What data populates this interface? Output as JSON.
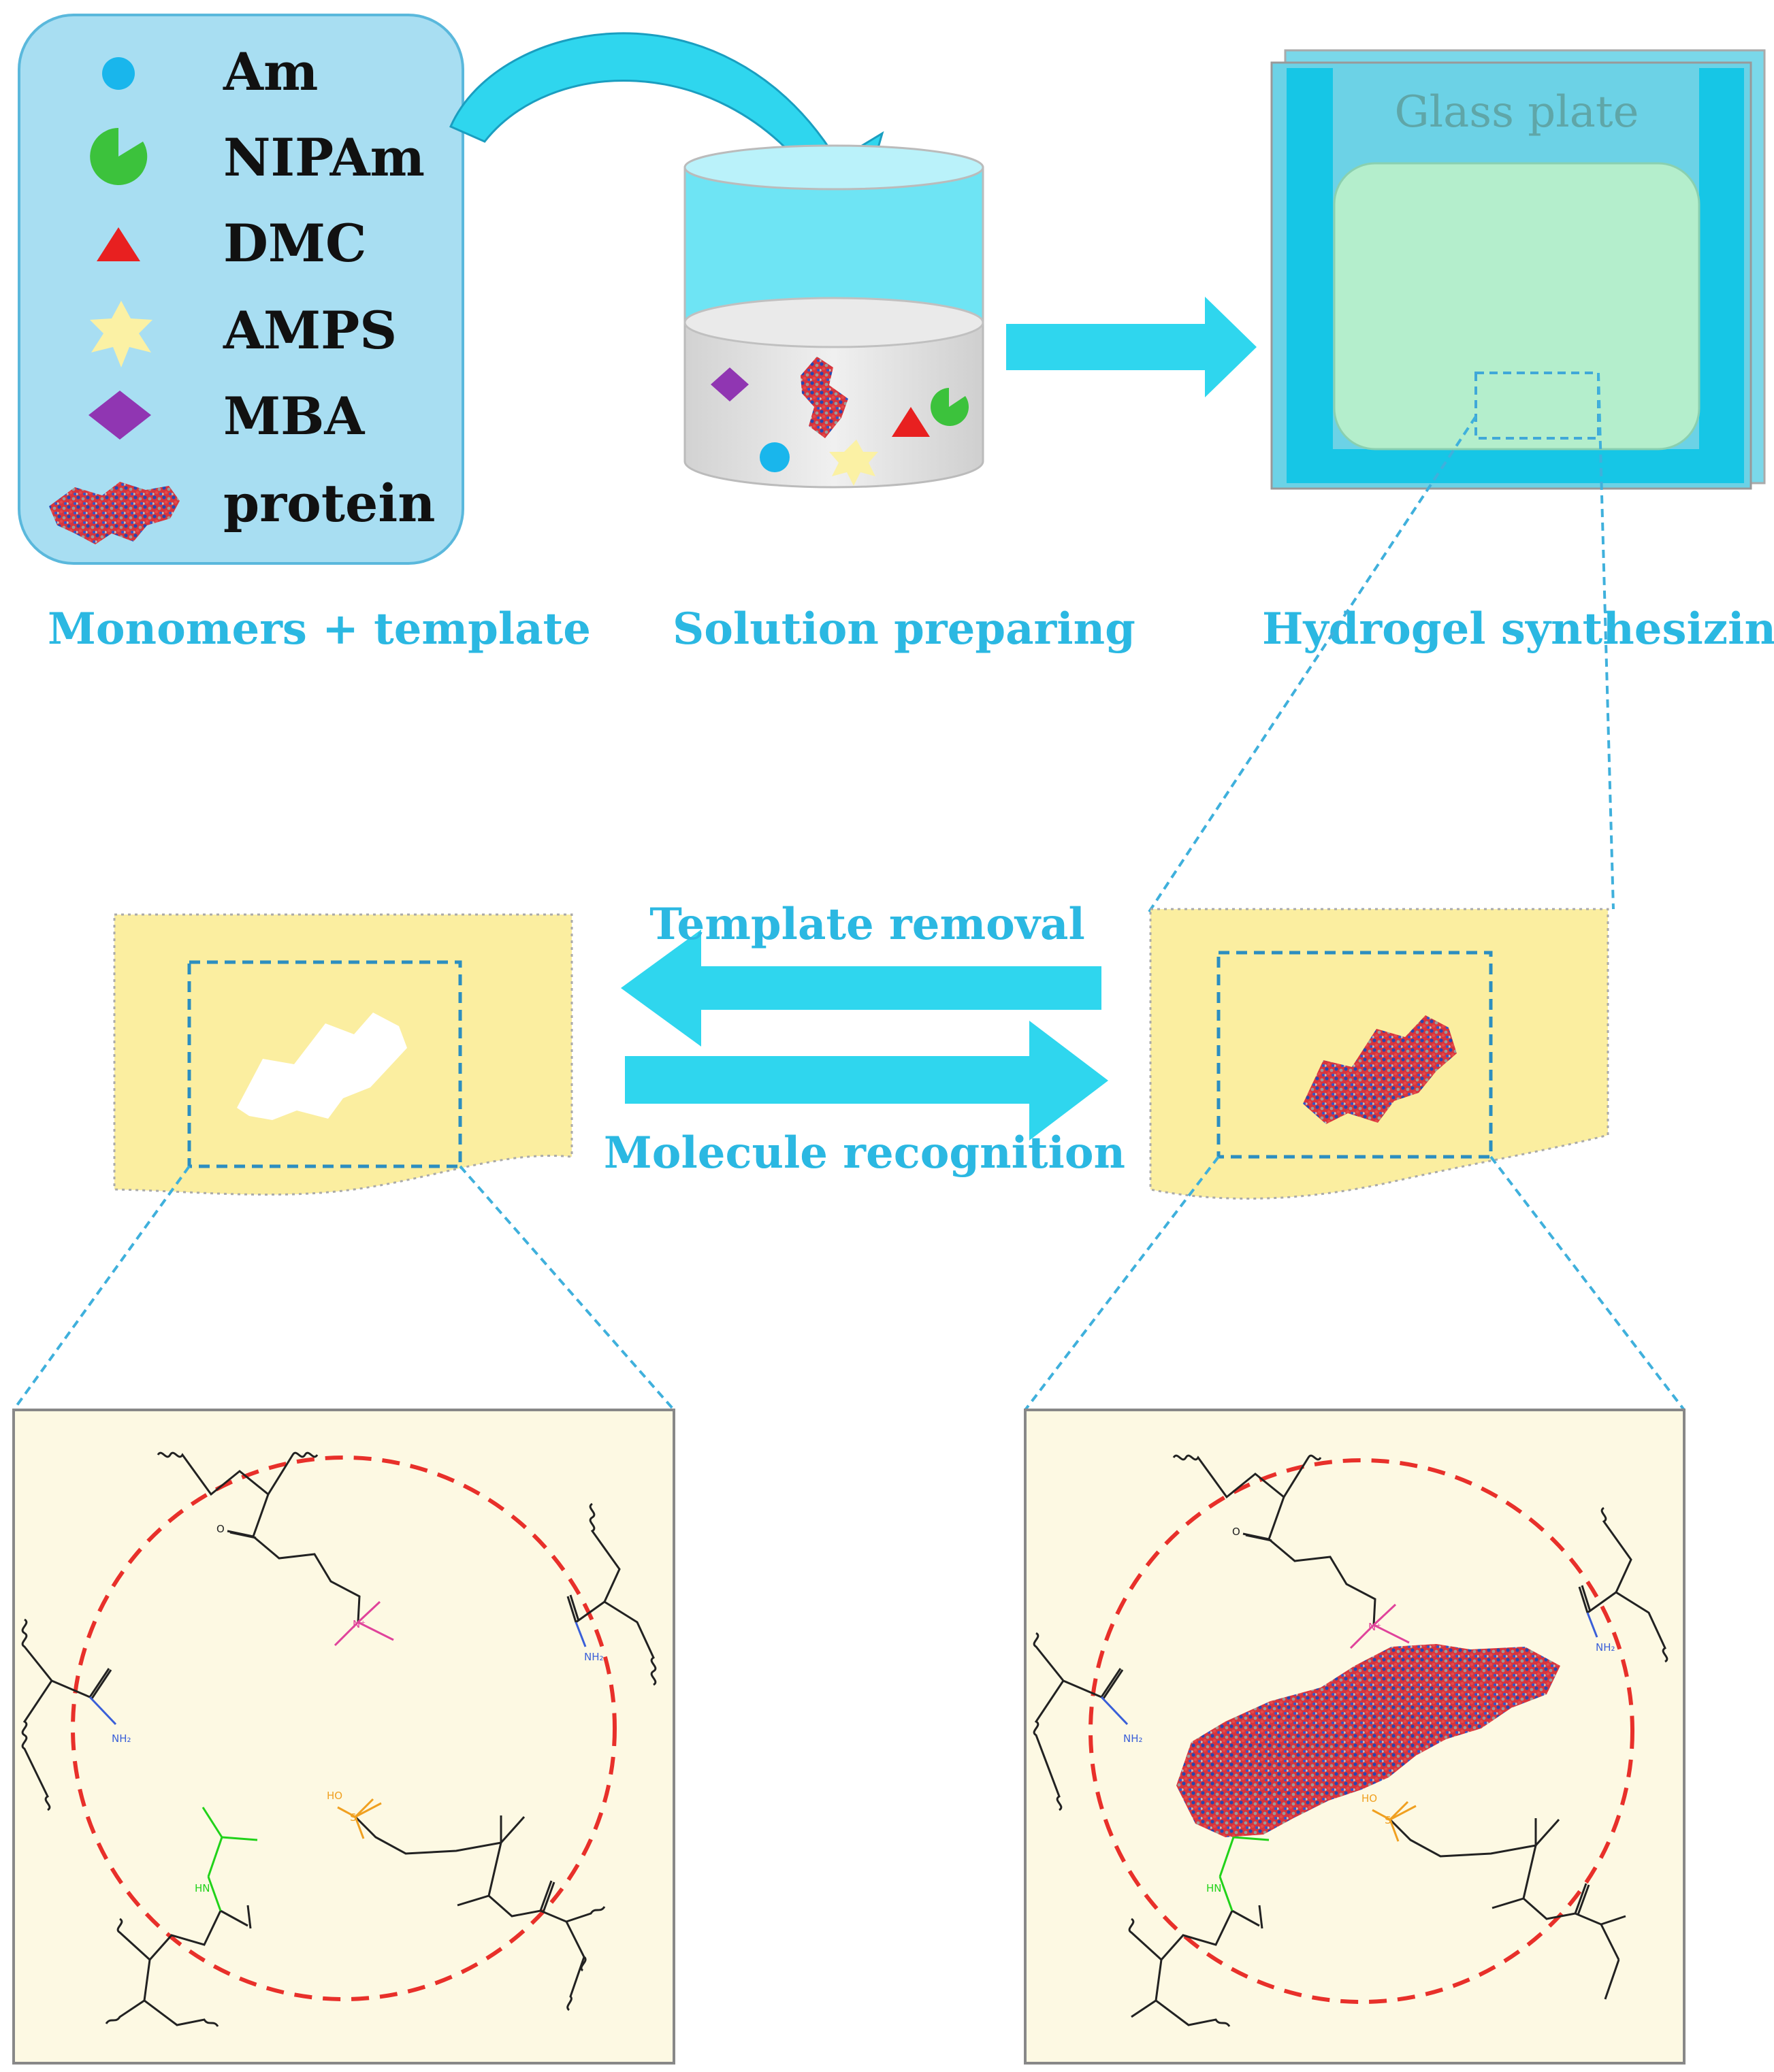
{
  "colors": {
    "accent": "#1ac8e8",
    "label": "#2bb8e2",
    "legend_bg": "#a8def2",
    "gel": "#fbeea0",
    "panel": "#fdf9e3",
    "circle": "#e8302a",
    "am": "#19b6ec",
    "nipam": "#3cc23c",
    "dmc": "#e82020",
    "amps": "#fbf1a4",
    "mba": "#9036b2"
  },
  "legend": {
    "items": [
      {
        "symbol": "circle-icon",
        "label": "Am"
      },
      {
        "symbol": "pacman-icon",
        "label": "NIPAm"
      },
      {
        "symbol": "triangle-icon",
        "label": "DMC"
      },
      {
        "symbol": "star-icon",
        "label": "AMPS"
      },
      {
        "symbol": "diamond-icon",
        "label": "MBA"
      },
      {
        "symbol": "protein-icon",
        "label": "protein"
      }
    ]
  },
  "stages": {
    "monomers": "Monomers + template",
    "solution": "Solution preparing",
    "hydrogel": "Hydrogel synthesizing"
  },
  "glass_plate_label": "Glass plate",
  "arrows": {
    "template_removal": "Template removal",
    "molecule_recognition": "Molecule recognition"
  },
  "chem_labels": {
    "nh2": "NH₂",
    "hn": "HN",
    "ho": "HO",
    "o": "O",
    "n_plus": "N⁺",
    "s": "S"
  }
}
